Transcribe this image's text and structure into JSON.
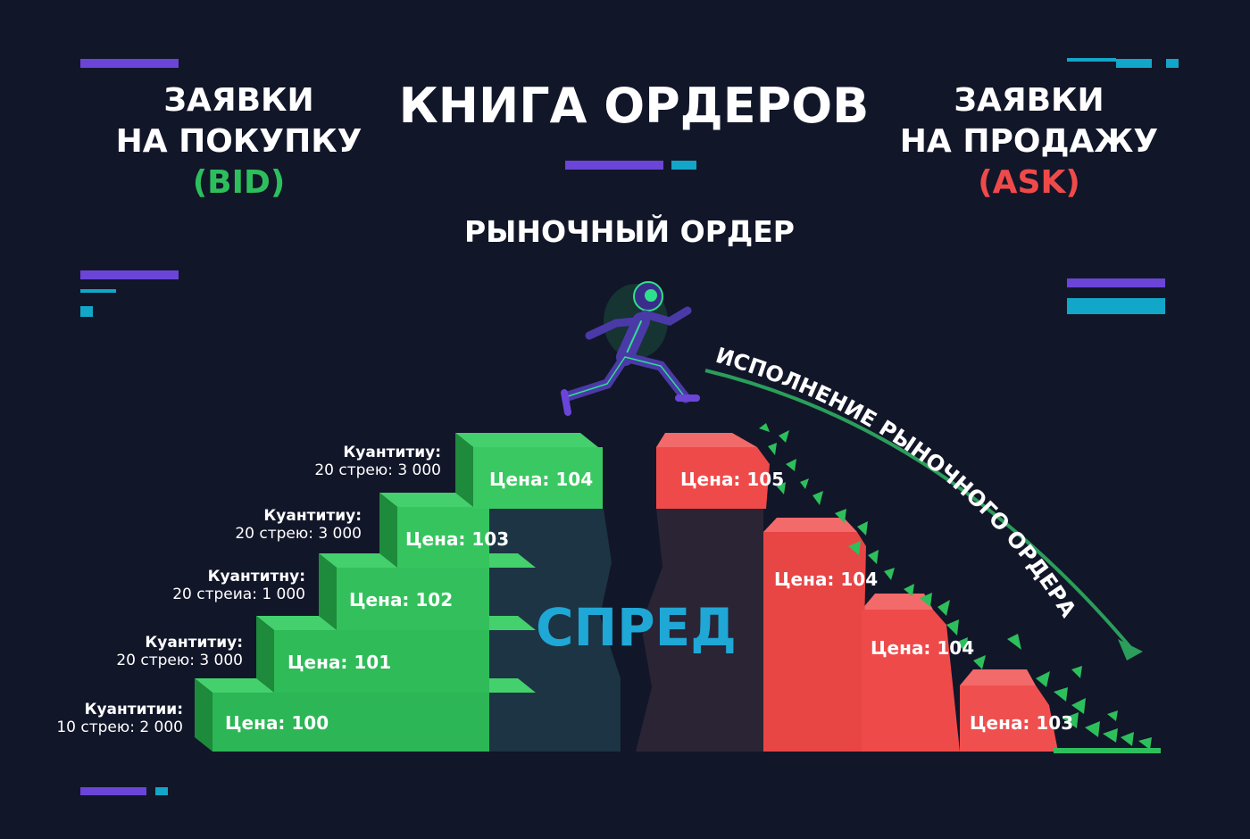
{
  "header": {
    "bid_line1": "ЗАЯВКИ",
    "bid_line2": "НА ПОКУПКУ",
    "bid_tag": "(BID)",
    "title": "КНИГА ОРДЕРОВ",
    "ask_line1": "ЗАЯВКИ",
    "ask_line2": "НА ПРОДАЖУ",
    "ask_tag": "(ASK)",
    "subtitle": "РЫНОЧНЫЙ ОРДЕР"
  },
  "spread_label": "СПРЕД",
  "arrow_label": "ИСПОЛНЕНИЕ РЫНОЧНОГО ОРДЕРА",
  "bids": [
    {
      "price": "Цена: 100",
      "qty_label": "Куантитии:",
      "qty_value": "10 стрею: 2 000"
    },
    {
      "price": "Цена: 101",
      "qty_label": "Куантитиу:",
      "qty_value": "20 стрею: 3 000"
    },
    {
      "price": "Цена: 102",
      "qty_label": "Куантитну:",
      "qty_value": "20 стреиа: 1 000"
    },
    {
      "price": "Цена: 103",
      "qty_label": "Куантитиу:",
      "qty_value": "20 стрею: 3 000"
    },
    {
      "price": "Цена: 104",
      "qty_label": "Куантитиу:",
      "qty_value": "20 стрею: 3 000"
    }
  ],
  "asks": [
    {
      "price": "Цена: 105"
    },
    {
      "price": "Цена: 104"
    },
    {
      "price": "Цена: 104"
    },
    {
      "price": "Цена: 103"
    }
  ],
  "colors": {
    "background": "#121629",
    "bid": "#2dbf5c",
    "ask": "#ef4a4a",
    "spread": "#1fa7d6",
    "purple": "#6a45d8",
    "cyan": "#12a6c8"
  },
  "icons": [
    "running-astronaut-icon",
    "execution-arrow-icon"
  ]
}
